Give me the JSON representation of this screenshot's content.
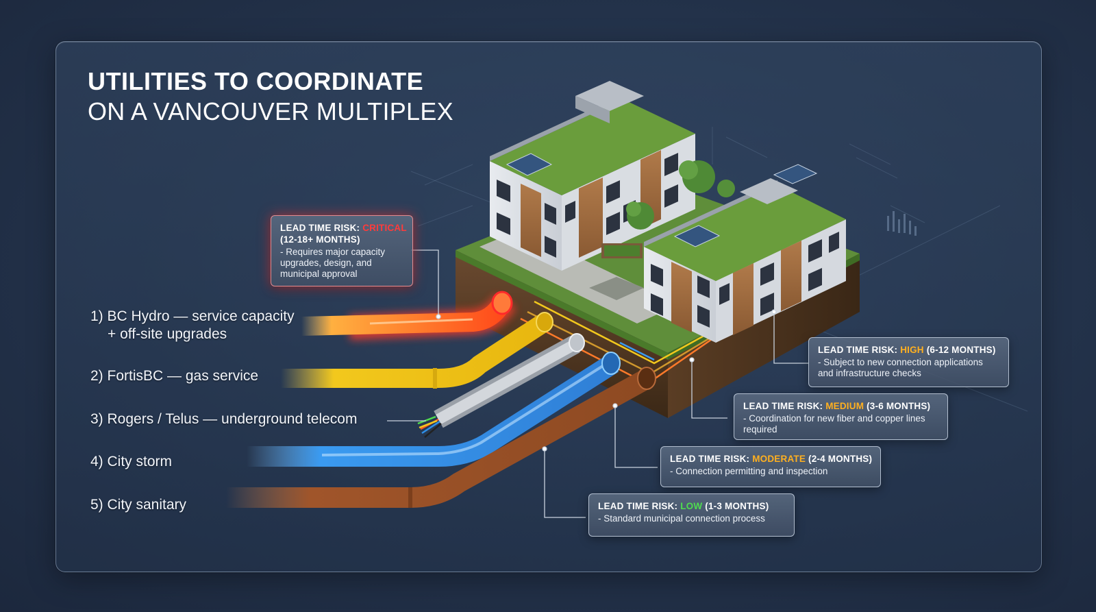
{
  "title": {
    "line1": "UTILITIES TO COORDINATE",
    "line2": "ON A VANCOUVER MULTIPLEX"
  },
  "utilities": [
    {
      "label": "1) BC Hydro — service capacity",
      "label_cont": "+ off-site upgrades",
      "color": "#ff5a1f"
    },
    {
      "label": "2) FortisBC — gas service",
      "color": "#f2c81d"
    },
    {
      "label": "3) Rogers / Telus — underground telecom",
      "color": "#b9bec6"
    },
    {
      "label": "4) City storm",
      "color": "#2f8fe8"
    },
    {
      "label": "5) City sanitary",
      "color": "#a0552a"
    }
  ],
  "callouts": {
    "critical": {
      "prefix": "LEAD TIME RISK: ",
      "level": "CRITICAL",
      "duration": "(12-18+ MONTHS)",
      "desc": "- Requires major capacity upgrades, design, and municipal approval",
      "level_color": "#ff3b3b"
    },
    "high": {
      "prefix": "LEAD TIME RISK: ",
      "level": "HIGH",
      "duration": " (6-12 MONTHS)",
      "desc": "- Subject to new connection applications and infrastructure checks",
      "level_color": "#ffb020"
    },
    "medium": {
      "prefix": "LEAD TIME RISK: ",
      "level": "MEDIUM",
      "duration": " (3-6 MONTHS)",
      "desc": "- Coordination for new fiber and copper lines required",
      "level_color": "#ffb020"
    },
    "moderate": {
      "prefix": "LEAD TIME RISK: ",
      "level": "MODERATE",
      "duration": " (2-4 MONTHS)",
      "desc": "- Connection permitting and inspection",
      "level_color": "#ffb020"
    },
    "low": {
      "prefix": "LEAD TIME RISK: ",
      "level": "LOW",
      "duration": " (1-3 MONTHS)",
      "desc": "- Standard municipal connection process",
      "level_color": "#4fdc4f"
    }
  }
}
